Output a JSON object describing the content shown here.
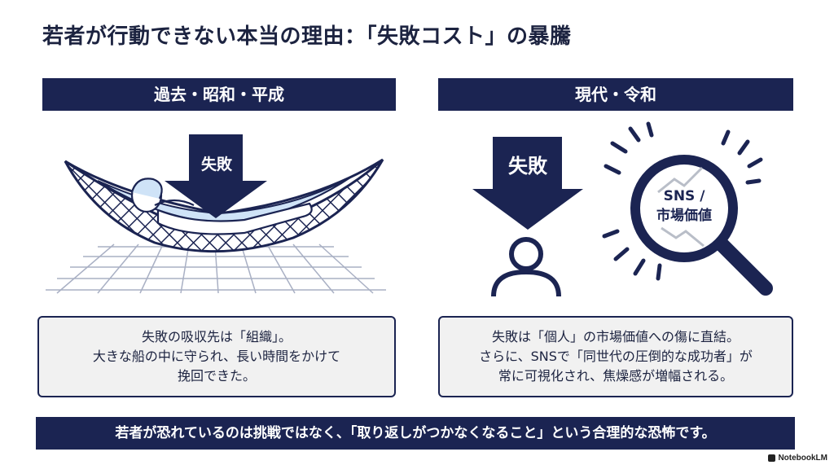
{
  "title": "若者が行動できない本当の理由：「失敗コスト」の暴騰",
  "left": {
    "banner": "過去・昭和・平成",
    "arrow_label": "失敗",
    "lines": [
      "失敗の吸収先は「組織」。",
      "大きな船の中に守られ、長い時間をかけて",
      "挽回できた。"
    ]
  },
  "right": {
    "banner": "現代・令和",
    "arrow_label": "失敗",
    "magnifier_line1": "SNS /",
    "magnifier_line2": "市場価値",
    "lines": [
      "失敗は「個人」の市場価値への傷に直結。",
      "さらに、SNSで「同世代の圧倒的な成功者」が",
      "常に可視化され、焦燥感が増幅される。"
    ]
  },
  "bottom": "若者が恐れているのは挑戦ではなく、「取り返しがつかなくなること」という合理的な恐怖です。",
  "badge": "NotebookLM",
  "colors": {
    "navy": "#1b2452",
    "light_blue": "#cfe3f7",
    "grey_box": "#f1f1f1"
  },
  "icons": [
    "hammock-icon",
    "person-icon",
    "magnifier-icon",
    "down-arrow-icon"
  ]
}
